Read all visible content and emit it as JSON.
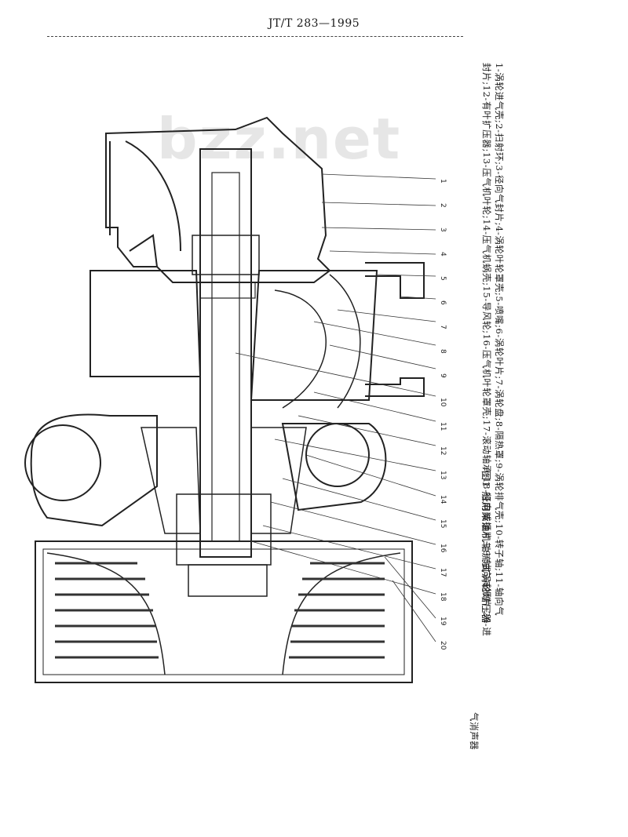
{
  "header": {
    "standard_code": "JT/T 283—1995"
  },
  "watermark": {
    "text": "bzz.net"
  },
  "figure": {
    "caption": "图1 船用柴油机轴流式涡轮增压器",
    "legend_lines": [
      "1-涡轮进气壳;2-扫射环;3-径向气封片;4-涡轮叶轮罩壳;5-喷嘴;6-涡轮叶片;7-涡轮盘;8-隔热罩;9-涡轮排气壳;10-转子轴;11-轴向气",
      "封片;12-有叶扩压器;13-压气机叶轮;14-压气机蜗壳;15-导风轮;16-压气机叶轮罩壳;17-滚动轴承;18-径向减振片;19-轴向减振片;20-进",
      "气消声器"
    ],
    "part_numbers": [
      "1",
      "2",
      "3",
      "4",
      "5",
      "6",
      "7",
      "8",
      "9",
      "10",
      "11",
      "12",
      "13",
      "14",
      "15",
      "16",
      "17",
      "18",
      "19",
      "20"
    ]
  }
}
